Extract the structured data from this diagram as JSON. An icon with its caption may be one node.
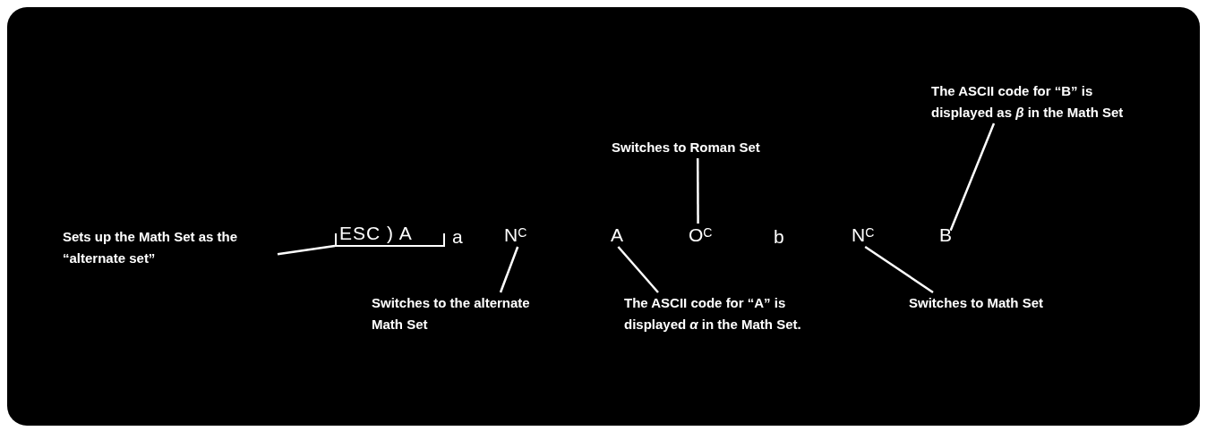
{
  "diagram": {
    "nodes": [
      {
        "text": [
          "The ASCII code for “B” is displayed as *β* in the Math Set"
        ]
      },
      {
        "text": [
          "Switches to Roman Set"
        ]
      },
      {
        "text": [
          "Sets up the Math Set as the “alternate set”"
        ]
      },
      {
        "text": [
          "ESC ) A"
        ]
      },
      {
        "text": [
          "N$^{C}$"
        ]
      },
      {
        "text": [
          "A"
        ]
      },
      {
        "text": [
          "O$^{C}$"
        ]
      },
      {
        "text": [
          "N$^{C}$"
        ]
      },
      {
        "text": [
          "B"
        ]
      },
      {
        "text": [
          "Switches to the alternate Math Set"
        ]
      },
      {
        "text": [
          "The ASCII code for “A” is displayed *α* in the Math Set."
        ]
      },
      {
        "text": [
          "Switches to Math Set"
        ]
      }
    ],
    "edges": [
      {
        "from": 2,
        "to": 3,
        "arrow": "none"
      },
      {
        "from": 9,
        "to": 4,
        "arrow": "none"
      },
      {
        "from": 10,
        "to": 5,
        "arrow": "none"
      },
      {
        "from": 1,
        "to": 6,
        "arrow": "none"
      },
      {
        "from": 11,
        "to": 7,
        "arrow": "none"
      },
      {
        "from": 0,
        "to": 8,
        "arrow": "none"
      }
    ],
    "labels": [
      "a",
      "b"
    ]
  }
}
